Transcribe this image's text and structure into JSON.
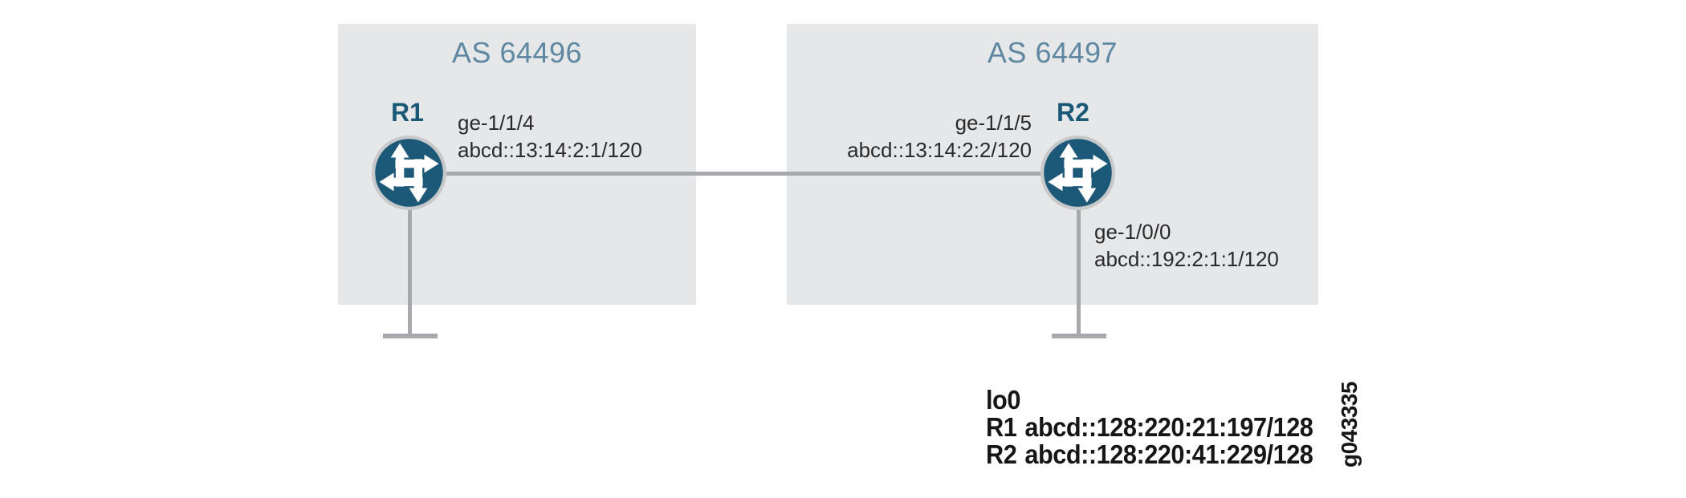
{
  "as_boxes": [
    {
      "label": "AS 64496"
    },
    {
      "label": "AS 64497"
    }
  ],
  "routers": [
    {
      "name": "R1",
      "interfaces": [
        {
          "name": "ge-1/1/4",
          "address": "abcd::13:14:2:1/120"
        }
      ]
    },
    {
      "name": "R2",
      "interfaces": [
        {
          "name": "ge-1/1/5",
          "address": "abcd::13:14:2:2/120"
        },
        {
          "name": "ge-1/0/0",
          "address": "abcd::192:2:1:1/120"
        }
      ]
    }
  ],
  "loopback_note": {
    "title": "lo0",
    "rows": [
      {
        "router": "R1",
        "address": "abcd::128:220:21:197/128"
      },
      {
        "router": "R2",
        "address": "abcd::128:220:41:229/128"
      }
    ]
  },
  "figure_id": "g043335",
  "colors": {
    "as_box_bg": "#e6e7e8",
    "link_line": "#a8a9ad",
    "router_fill": "#1c5877",
    "router_ring": "#c6c8ca",
    "as_label_text": "#5e88a2",
    "interface_text": "#2b2a2b",
    "router_name_text": "#1a5878",
    "note_text": "#161616"
  }
}
